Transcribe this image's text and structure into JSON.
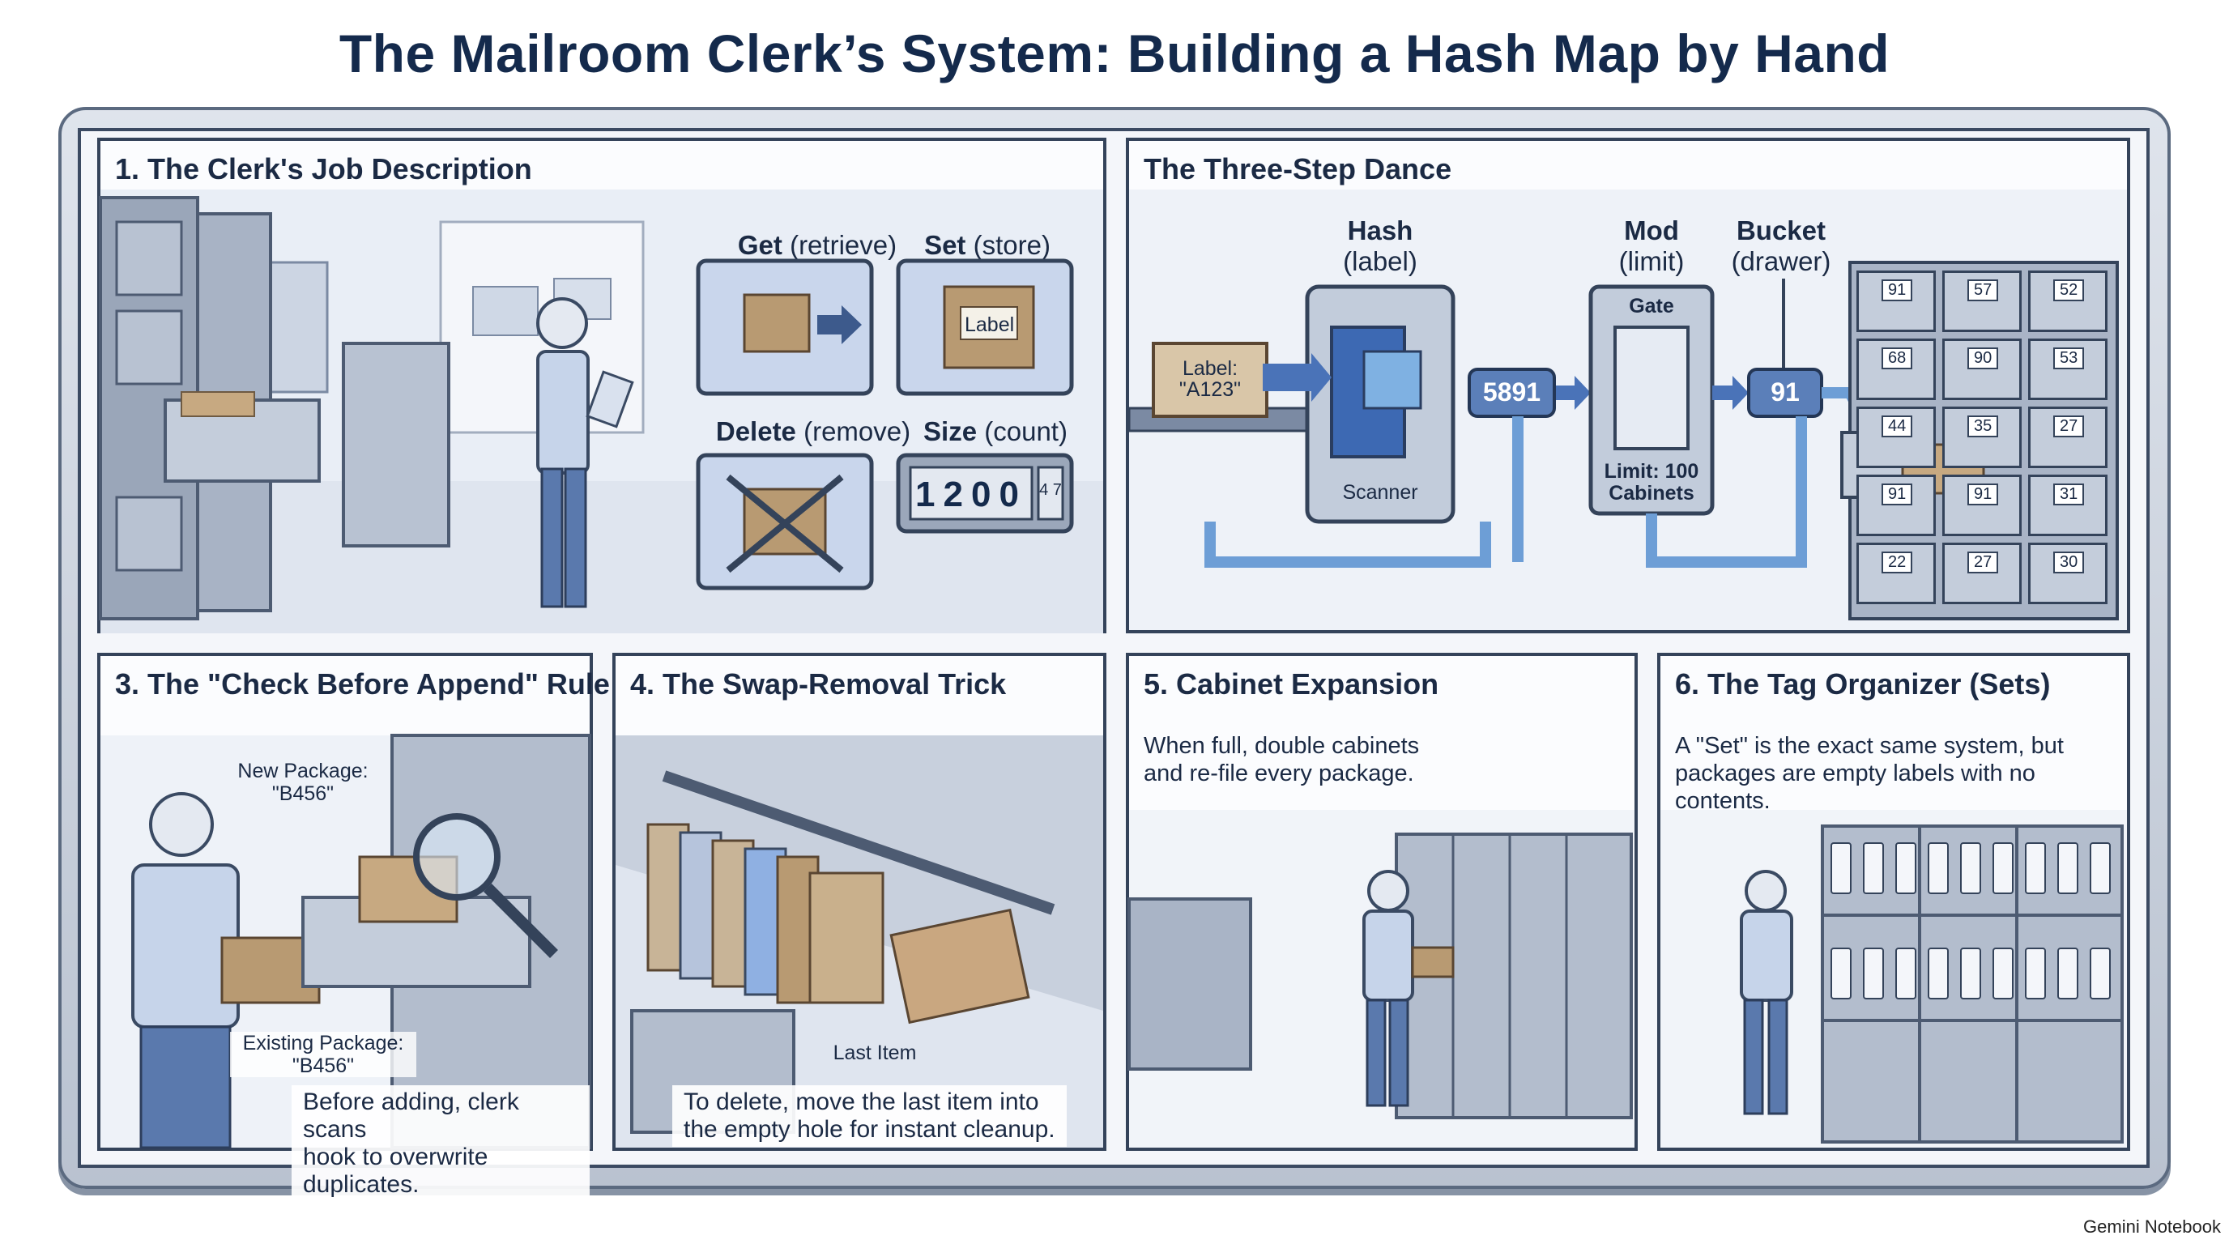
{
  "title": "The Mailroom Clerk’s System: Building a Hash Map by Hand",
  "panel1": {
    "title": "1. The Clerk's Job Description",
    "ops": [
      {
        "name": "Get",
        "hint": "(retrieve)"
      },
      {
        "name": "Set",
        "hint": "(store)"
      },
      {
        "name": "Delete",
        "hint": "(remove)"
      },
      {
        "name": "Size",
        "hint": "(count)"
      }
    ],
    "set_tag": "Label",
    "counter": "1200",
    "counter_small": "4 7"
  },
  "panel2": {
    "title": "The Three-Step Dance",
    "hash": {
      "name": "Hash",
      "hint": "(label)"
    },
    "mod": {
      "name": "Mod",
      "hint": "(limit)"
    },
    "bucket": {
      "name": "Bucket",
      "hint": "(drawer)"
    },
    "package_label": "Label:\n\"A123\"",
    "scanner": "Scanner",
    "hash_value": "5891",
    "gate": "Gate",
    "limit": "Limit: 100\nCabinets",
    "bucket_value": "91",
    "drawer_numbers": [
      "91",
      "57",
      "52",
      "68",
      "90",
      "53",
      "44",
      "35",
      "27",
      "91",
      "91",
      "31",
      "22",
      "27",
      "30"
    ]
  },
  "panel3": {
    "title": "3. The \"Check Before Append\" Rule",
    "new_package": "New Package:\n\"B456\"",
    "existing_package": "Existing Package:\n\"B456\"",
    "caption": "Before adding, clerk scans\nhook to overwrite duplicates."
  },
  "panel4": {
    "title": "4. The Swap-Removal Trick",
    "last_item": "Last Item",
    "caption": "To delete, move the last item into\nthe empty hole for instant cleanup."
  },
  "panel5": {
    "title": "5. Cabinet Expansion",
    "desc": "When full, double cabinets\nand re-file every package."
  },
  "panel6": {
    "title": "6. The Tag Organizer (Sets)",
    "desc": "A \"Set\" is the exact same system, but\npackages are empty labels with no contents."
  },
  "watermark": "Gemini Notebook",
  "colors": {
    "navy": "#142a4c",
    "steel": "#7b8aa3",
    "blue": "#4a73b8",
    "light": "#dde5f1"
  }
}
